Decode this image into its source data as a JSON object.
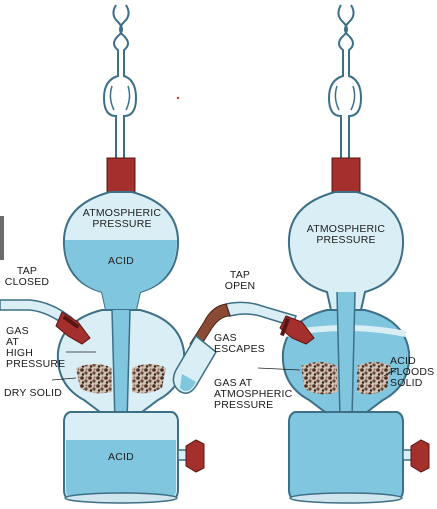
{
  "labels": {
    "left": {
      "atmospheric_pressure": [
        "ATMOSPHERIC",
        "PRESSURE"
      ],
      "acid_top": "ACID",
      "tap_closed": [
        "TAP",
        "CLOSED"
      ],
      "gas_high_pressure": [
        "GAS",
        "AT",
        "HIGH",
        "PRESSURE"
      ],
      "dry_solid": "DRY SOLID",
      "acid_bottom": "ACID"
    },
    "right": {
      "atmospheric_pressure": [
        "ATMOSPHERIC",
        "PRESSURE"
      ],
      "tap_open": [
        "TAP",
        "OPEN"
      ],
      "gas_escapes": [
        "GAS",
        "ESCAPES"
      ],
      "gas_atmospheric_pressure": [
        "GAS AT",
        "ATMOSPHERIC",
        "PRESSURE"
      ],
      "acid_floods_solid": [
        "ACID",
        "FLOODS",
        "SOLID"
      ]
    }
  },
  "colors": {
    "glass": "#d9eef5",
    "glass_outline": "#3d6f86",
    "acid": "#7fc6de",
    "stopper": "#a3302c",
    "solid": "#5a3a2a",
    "text": "#1a1a1a"
  }
}
